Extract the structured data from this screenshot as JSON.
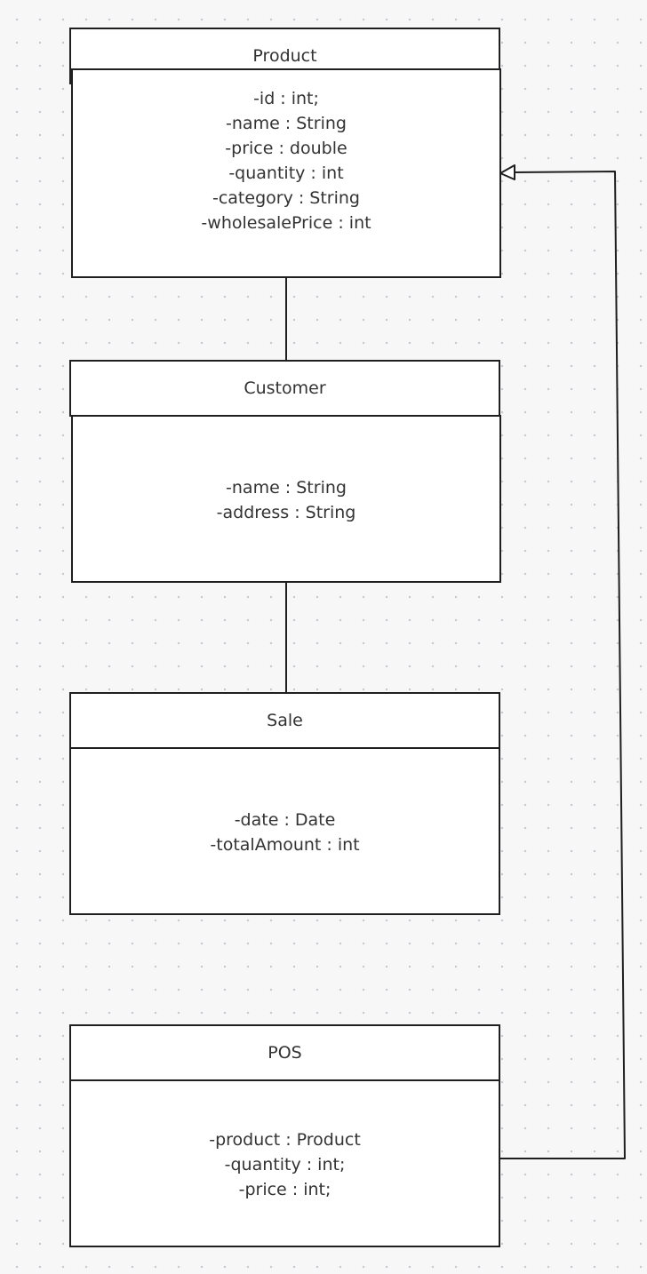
{
  "diagram": {
    "classes": [
      {
        "id": "product",
        "name": "Product",
        "attributes": [
          "-id : int;",
          "-name : String",
          "-price : double",
          "-quantity : int",
          "-category : String",
          "-wholesalePrice : int"
        ]
      },
      {
        "id": "customer",
        "name": "Customer",
        "attributes": [
          "-name : String",
          "-address : String"
        ]
      },
      {
        "id": "sale",
        "name": "Sale",
        "attributes": [
          "-date : Date",
          "-totalAmount : int"
        ]
      },
      {
        "id": "pos",
        "name": "POS",
        "attributes": [
          "-product : Product",
          "-quantity : int;",
          "-price : int;"
        ]
      }
    ],
    "relations": [
      {
        "from": "product",
        "to": "customer",
        "type": "association"
      },
      {
        "from": "customer",
        "to": "sale",
        "type": "association"
      },
      {
        "from": "pos",
        "to": "product",
        "type": "generalization"
      }
    ],
    "colors": {
      "line": "#1f1f1f",
      "box_fill": "#ffffff",
      "text": "#333333",
      "canvas": "#f7f7f8",
      "grid_dot": "#c9c9cf"
    }
  }
}
